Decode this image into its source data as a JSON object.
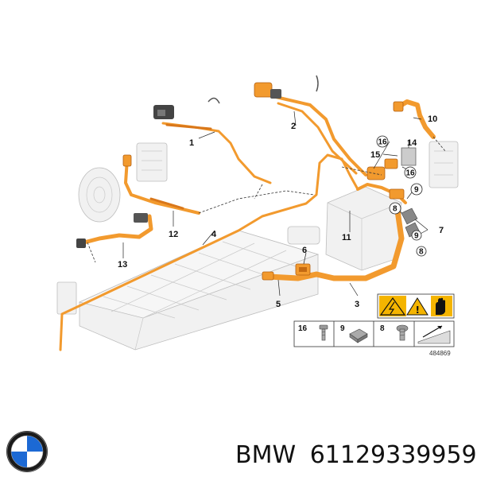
{
  "callouts": {
    "c1": "1",
    "c2": "2",
    "c3": "3",
    "c4": "4",
    "c5": "5",
    "c6": "6",
    "c7": "7",
    "c8": "8",
    "c9": "9",
    "c10": "10",
    "c11": "11",
    "c12": "12",
    "c13": "13",
    "c14": "14",
    "c15": "15",
    "c16a": "16",
    "c16b": "16"
  },
  "parts_box": {
    "p16": "16",
    "p9": "9",
    "p8": "8"
  },
  "reference_number": "484869",
  "brand": "BMW",
  "part_number": "61129339959",
  "caption": "BMW 61129339959",
  "colors": {
    "cable": "#f29a2e",
    "cable_dark": "#d9771a",
    "warning": "#f4b400"
  },
  "icons": [
    "bmw-logo-icon",
    "high-voltage-warning-icon",
    "caution-icon",
    "hand-protection-icon",
    "bolt-icon",
    "nut-icon",
    "screw-icon",
    "installation-icon"
  ]
}
